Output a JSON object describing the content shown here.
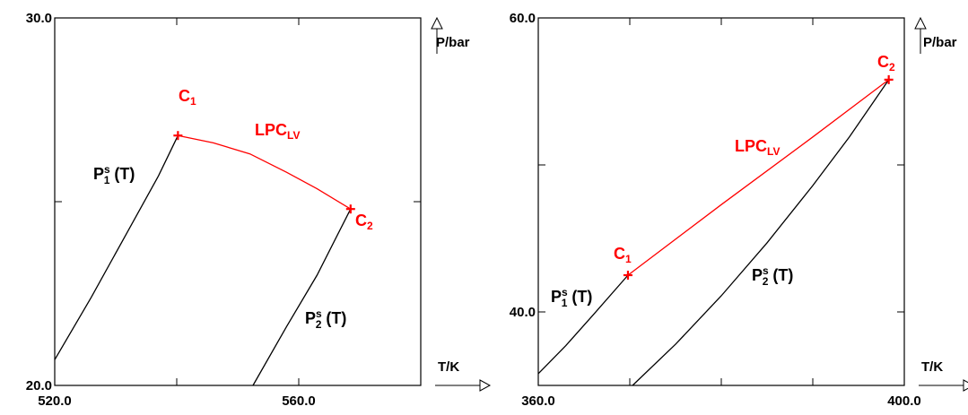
{
  "chart_data": [
    {
      "type": "line",
      "xlabel": "T/K",
      "ylabel": "P/bar",
      "xlim": [
        520.0,
        580.0
      ],
      "ylim": [
        20.0,
        30.0
      ],
      "x_tick_values": [
        520.0,
        540.0,
        560.0,
        580.0
      ],
      "x_tick_labels": [
        "520.0",
        "",
        "560.0",
        ""
      ],
      "y_tick_values": [
        20.0,
        25.0,
        30.0
      ],
      "y_tick_labels": [
        "20.0",
        "",
        "30.0"
      ],
      "grid": false,
      "series": [
        {
          "label": "P_1^s(T)",
          "label_parts": {
            "base": "P",
            "sup": "s",
            "sub": "1",
            "arg": "(T)"
          },
          "color": "#000000",
          "x": [
            520.0,
            526.0,
            532.0,
            537.0,
            540.2
          ],
          "y": [
            20.7,
            22.4,
            24.2,
            25.7,
            26.8
          ]
        },
        {
          "label": "P_2^s(T)",
          "label_parts": {
            "base": "P",
            "sup": "s",
            "sub": "2",
            "arg": "(T)"
          },
          "color": "#000000",
          "x": [
            552.5,
            558.0,
            563.0,
            568.5
          ],
          "y": [
            20.0,
            21.6,
            23.0,
            24.8
          ]
        },
        {
          "label": "LPC_LV",
          "label_parts": {
            "base": "LPC",
            "sub": "LV"
          },
          "color": "#ff0000",
          "x": [
            540.2,
            546.0,
            552.0,
            558.0,
            563.0,
            568.5
          ],
          "y": [
            26.8,
            26.6,
            26.3,
            25.8,
            25.35,
            24.8
          ]
        }
      ],
      "points": [
        {
          "label_parts": {
            "base": "C",
            "sub": "1"
          },
          "x": 540.2,
          "y": 26.8,
          "color": "#ff0000"
        },
        {
          "label_parts": {
            "base": "C",
            "sub": "2"
          },
          "x": 568.5,
          "y": 24.8,
          "color": "#ff0000"
        }
      ]
    },
    {
      "type": "line",
      "xlabel": "T/K",
      "ylabel": "P/bar",
      "xlim": [
        360.0,
        400.0
      ],
      "ylim": [
        35.0,
        60.0
      ],
      "x_tick_values": [
        360.0,
        370.0,
        380.0,
        390.0,
        400.0
      ],
      "x_tick_labels": [
        "360.0",
        "",
        "",
        "",
        "400.0"
      ],
      "y_tick_values": [
        40.0,
        50.0,
        60.0
      ],
      "y_tick_labels": [
        "40.0",
        "",
        "60.0"
      ],
      "grid": false,
      "series": [
        {
          "label": "P_1^s(T)",
          "label_parts": {
            "base": "P",
            "sup": "s",
            "sub": "1",
            "arg": "(T)"
          },
          "color": "#000000",
          "x": [
            360.0,
            363.0,
            366.0,
            369.8
          ],
          "y": [
            35.8,
            37.7,
            39.8,
            42.5
          ]
        },
        {
          "label": "P_2^s(T)",
          "label_parts": {
            "base": "P",
            "sup": "s",
            "sub": "2",
            "arg": "(T)"
          },
          "color": "#000000",
          "x": [
            370.3,
            375.0,
            380.0,
            385.0,
            390.0,
            394.0,
            398.3
          ],
          "y": [
            35.0,
            37.8,
            41.1,
            44.7,
            48.6,
            51.9,
            55.8
          ]
        },
        {
          "label": "LPC_LV",
          "label_parts": {
            "base": "LPC",
            "sub": "LV"
          },
          "color": "#ff0000",
          "x": [
            369.8,
            380.0,
            390.0,
            398.3
          ],
          "y": [
            42.5,
            47.3,
            51.9,
            55.8
          ]
        }
      ],
      "points": [
        {
          "label_parts": {
            "base": "C",
            "sub": "1"
          },
          "x": 369.8,
          "y": 42.5,
          "color": "#ff0000"
        },
        {
          "label_parts": {
            "base": "C",
            "sub": "2"
          },
          "x": 398.3,
          "y": 55.8,
          "color": "#ff0000"
        }
      ]
    }
  ]
}
